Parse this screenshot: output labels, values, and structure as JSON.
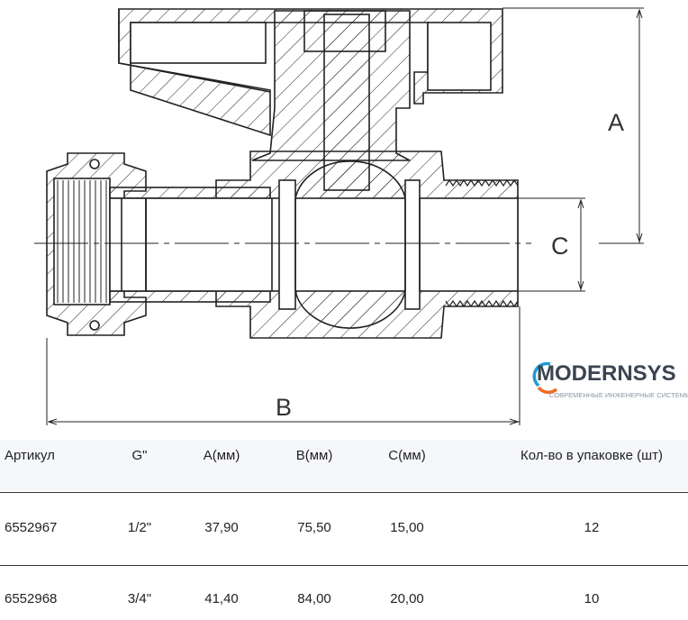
{
  "drawing": {
    "dimension_labels": {
      "a": "A",
      "b": "B",
      "c": "C"
    }
  },
  "table": {
    "headers": [
      "Артикул",
      "G\"",
      "A(мм)",
      "B(мм)",
      "C(мм)",
      "Кол-во в упаковке (шт)"
    ],
    "rows": [
      [
        "6552967",
        "1/2\"",
        "37,90",
        "75,50",
        "15,00",
        "12"
      ],
      [
        "6552968",
        "3/4\"",
        "41,40",
        "84,00",
        "20,00",
        "10"
      ]
    ]
  },
  "logo": {
    "name": "MODERNSYS",
    "tagline": "СОВРЕМЕННЫЕ ИНЖЕНЕРНЫЕ СИСТЕМЫ",
    "colors": {
      "blue": "#1e9bd7",
      "orange": "#f26b21"
    }
  }
}
